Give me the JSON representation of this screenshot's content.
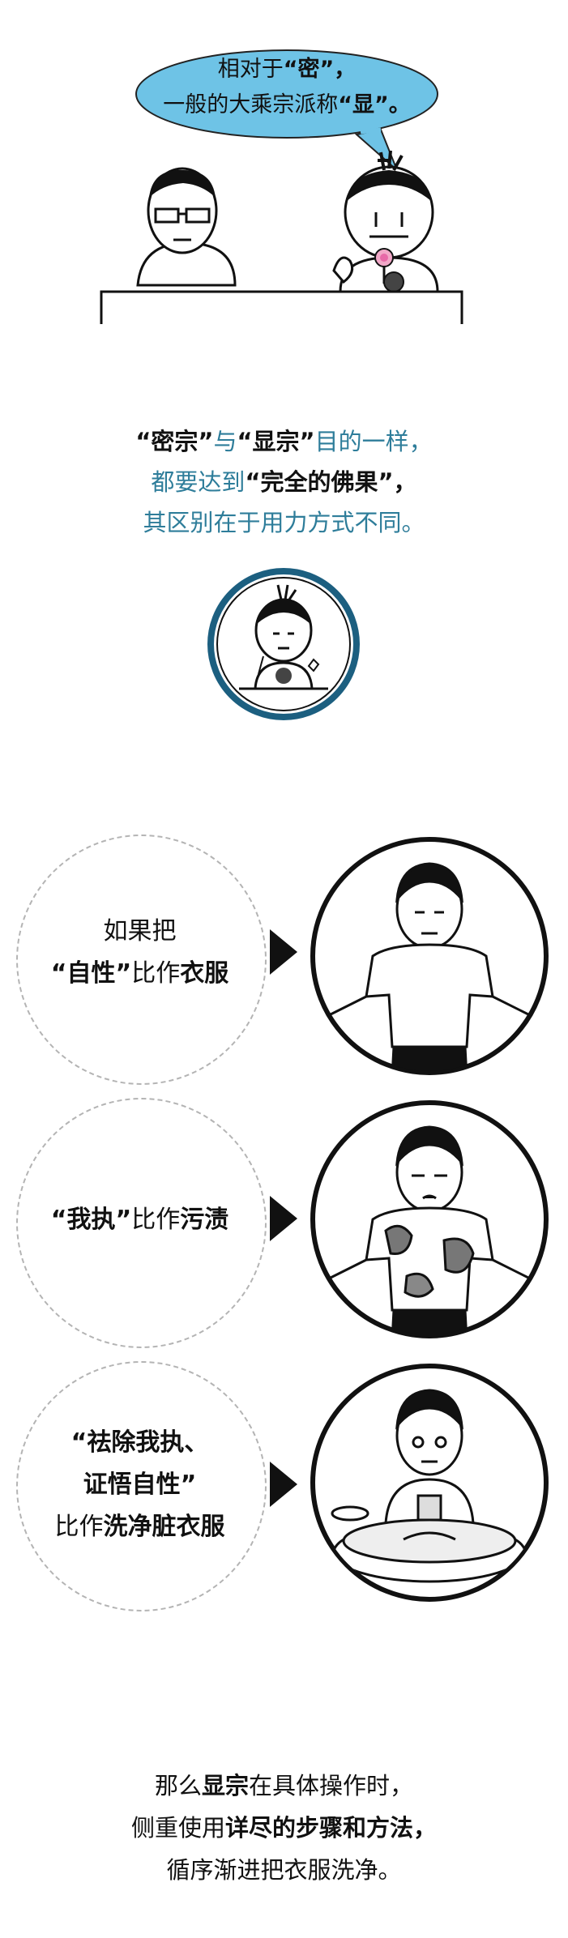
{
  "bubble": {
    "line1_a": "相对于",
    "line1_b": "“密”，",
    "line2_a": "一般的大乘宗派称",
    "line2_b": "“显”。"
  },
  "caption1": {
    "l1_a": "“密宗”",
    "l1_b": "与",
    "l1_c": "“显宗”",
    "l1_d": "目的一样，",
    "l2_a": "都要达到",
    "l2_b": "“完全的佛果”，",
    "l3": "其区别在于用力方式不同。"
  },
  "panels": [
    {
      "line1": "如果把",
      "line2_a": "“自性”",
      "line2_b": "比作",
      "line2_c": "衣服"
    },
    {
      "line1_a": "“我执”",
      "line1_b": "比作",
      "line1_c": "污渍"
    },
    {
      "line1": "“祛除我执、",
      "line2": "证悟自性”",
      "line3_a": "比作",
      "line3_b": "洗净脏衣服"
    }
  ],
  "footer": {
    "l1_a": "那么",
    "l1_b": "显宗",
    "l1_c": "在具体操作时，",
    "l2_a": "侧重使用",
    "l2_b": "详尽的步骤和方法，",
    "l3": "循序渐进把衣服洗净。"
  },
  "colors": {
    "bubble": "#6ec3e6",
    "accent_blue": "#2e7d9a",
    "ring": "#1c5f80"
  }
}
